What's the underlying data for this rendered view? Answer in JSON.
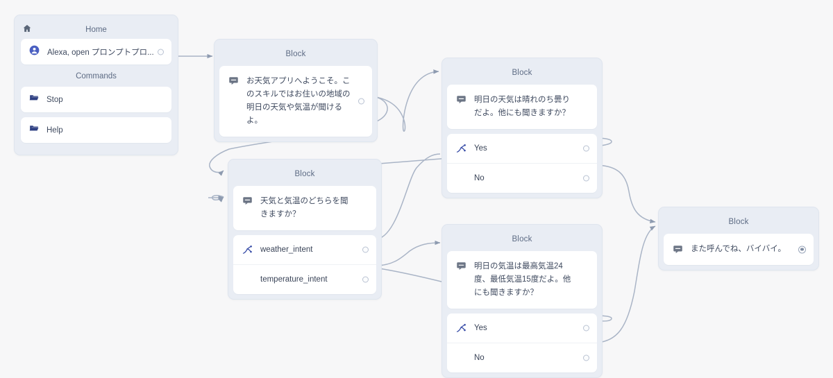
{
  "canvas": {
    "background": "#f7f7f8",
    "node_header_color": "#e9edf4",
    "card_color": "#ffffff",
    "edge_color": "#a9b4c6",
    "accent_blue": "#3f51b5"
  },
  "home_panel": {
    "title": "Home",
    "home_icon": "home-icon",
    "invocation": {
      "icon": "user-avatar-icon",
      "label": "Alexa, open プロンプトプロ...",
      "port": "output-port"
    },
    "commands_label": "Commands",
    "commands": [
      {
        "icon": "folder-icon",
        "label": "Stop"
      },
      {
        "icon": "folder-icon",
        "label": "Help"
      }
    ]
  },
  "nodes": [
    {
      "id": "block-welcome",
      "title": "Block",
      "rows": [
        {
          "kind": "speech",
          "icon": "speech-bubble-icon",
          "text": "お天気アプリへようこそ。このスキルではお住いの地域の明日の天気や気温が聞けるよ。",
          "port": "output-port"
        }
      ]
    },
    {
      "id": "block-choice",
      "title": "Block",
      "rows": [
        {
          "kind": "speech",
          "icon": "speech-bubble-icon",
          "text": "天気と気温のどちらを聞きますか？",
          "port": "none"
        },
        {
          "kind": "intent",
          "icon": "intent-branch-icon",
          "text": "weather_intent",
          "port": "output-port"
        },
        {
          "kind": "intent",
          "icon": "none",
          "text": "temperature_intent",
          "port": "output-port"
        }
      ]
    },
    {
      "id": "block-weather-answer",
      "title": "Block",
      "rows": [
        {
          "kind": "speech",
          "icon": "speech-bubble-icon",
          "text": "明日の天気は晴れのち曇りだよ。他にも聞きますか？",
          "port": "none"
        },
        {
          "kind": "intent",
          "icon": "intent-branch-icon",
          "text": "Yes",
          "port": "output-port"
        },
        {
          "kind": "intent",
          "icon": "none",
          "text": "No",
          "port": "output-port"
        }
      ]
    },
    {
      "id": "block-temperature-answer",
      "title": "Block",
      "rows": [
        {
          "kind": "speech",
          "icon": "speech-bubble-icon",
          "text": "明日の気温は最高気温24度、最低気温15度だよ。他にも聞きますか？",
          "port": "none"
        },
        {
          "kind": "intent",
          "icon": "intent-branch-icon",
          "text": "Yes",
          "port": "output-port"
        },
        {
          "kind": "intent",
          "icon": "none",
          "text": "No",
          "port": "output-port"
        }
      ]
    },
    {
      "id": "block-goodbye",
      "title": "Block",
      "rows": [
        {
          "kind": "speech",
          "icon": "speech-bubble-icon",
          "text": "また呼んでね、バイバイ。",
          "port": "end-port"
        }
      ]
    }
  ]
}
